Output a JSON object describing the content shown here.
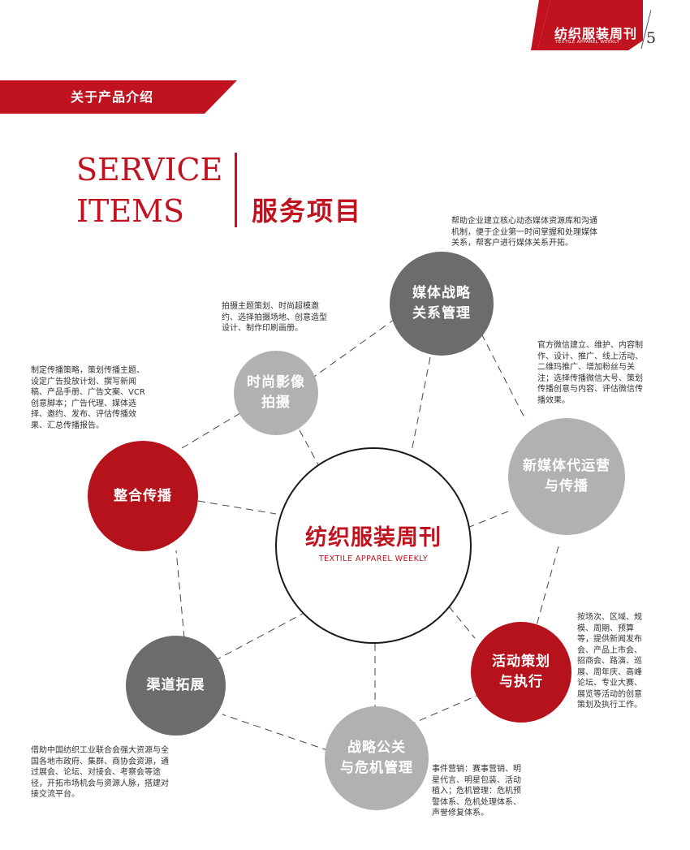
{
  "header": {
    "brand_cn": "纺织服装周刊",
    "brand_en": "TEXTILE APPAREL WEEKLY",
    "page_number": "5",
    "accent_color": "#c1121f"
  },
  "section": {
    "label": "关于产品介绍"
  },
  "title": {
    "en_line1": "SERVICE",
    "en_line2": "ITEMS",
    "cn": "服务项目"
  },
  "center": {
    "brand_cn": "纺织服装周刊",
    "brand_en": "TEXTILE APPAREL WEEKLY"
  },
  "services": [
    {
      "label": "媒体战略\n关系管理",
      "color": "#6c6c6e",
      "description": "帮助企业建立核心动态媒体资源库和沟通\n机制，便于企业第一时间掌握和处理媒体\n关系，帮客户进行媒体关系开拓。"
    },
    {
      "label": "时尚影像\n拍摄",
      "color": "#b1b1b3",
      "description": "拍摄主题策划、时尚超模邀\n约、选择拍摄场地、创意造型\n设计、制作印刷画册。"
    },
    {
      "label": "新媒体代运营\n与传播",
      "color": "#b1b1b3",
      "description": "官方微信建立、维护、内容制\n作、设计、推广、线上活动、\n二维玛推广、增加粉丝与关\n注；选择传播微信大号、策划\n传播创意与内容、评估微信传\n播效果。"
    },
    {
      "label": "整合传播",
      "color": "#b5121b",
      "description": "制定传播策略，策划传播主题、\n设定广告投放计划、撰写新闻\n稿、产品手册、广告文案、VCR\n创意脚本；广告代理、媒体选\n择、邀约、发布、评估传播效\n果、汇总传播报告。"
    },
    {
      "label": "活动策划\n与执行",
      "color": "#b5121b",
      "description": "按场次、区域、规\n模、周期、预算\n等，提供新闻发布\n会、产品上市会、\n招商会、路演、巡\n展、周年庆、高峰\n论坛、专业大赛、\n展览等活动的创意\n策划及执行工作。"
    },
    {
      "label": "渠道拓展",
      "color": "#6c6c6e",
      "description": "借助中国纺织工业联合会强大资源与全\n国各地市政府、集群、商协会资源，通\n过展会、论坛、对接会、考察会等途\n径，开拓市场机会与资源人脉，搭建对\n接交流平台。"
    },
    {
      "label": "战略公关\n与危机管理",
      "color": "#b1b1b3",
      "description": "事件营销：赛事营销、明\n星代言、明星包装、活动\n植入；危机管理：危机预\n警体系、危机处理体系、\n声誉修复体系。"
    }
  ]
}
